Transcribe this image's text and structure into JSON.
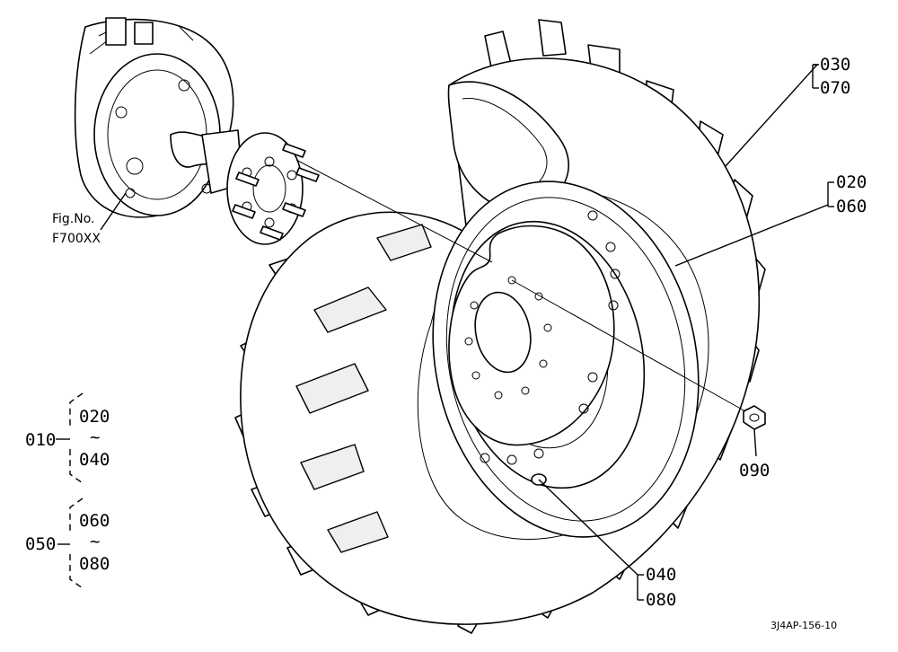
{
  "callouts": {
    "tire_top": "030",
    "tire_bottom": "070",
    "rim_top": "020",
    "rim_bottom": "060",
    "nut": "090",
    "valve_top": "040",
    "valve_bottom": "080"
  },
  "figure_ref": {
    "line1": "Fig.No.",
    "line2": "F700XX"
  },
  "assembly_groups": [
    {
      "parent": "010",
      "from": "020",
      "tilde": "~",
      "to": "040"
    },
    {
      "parent": "050",
      "from": "060",
      "tilde": "~",
      "to": "080"
    }
  ],
  "drawing_code": "3J4AP-156-10"
}
